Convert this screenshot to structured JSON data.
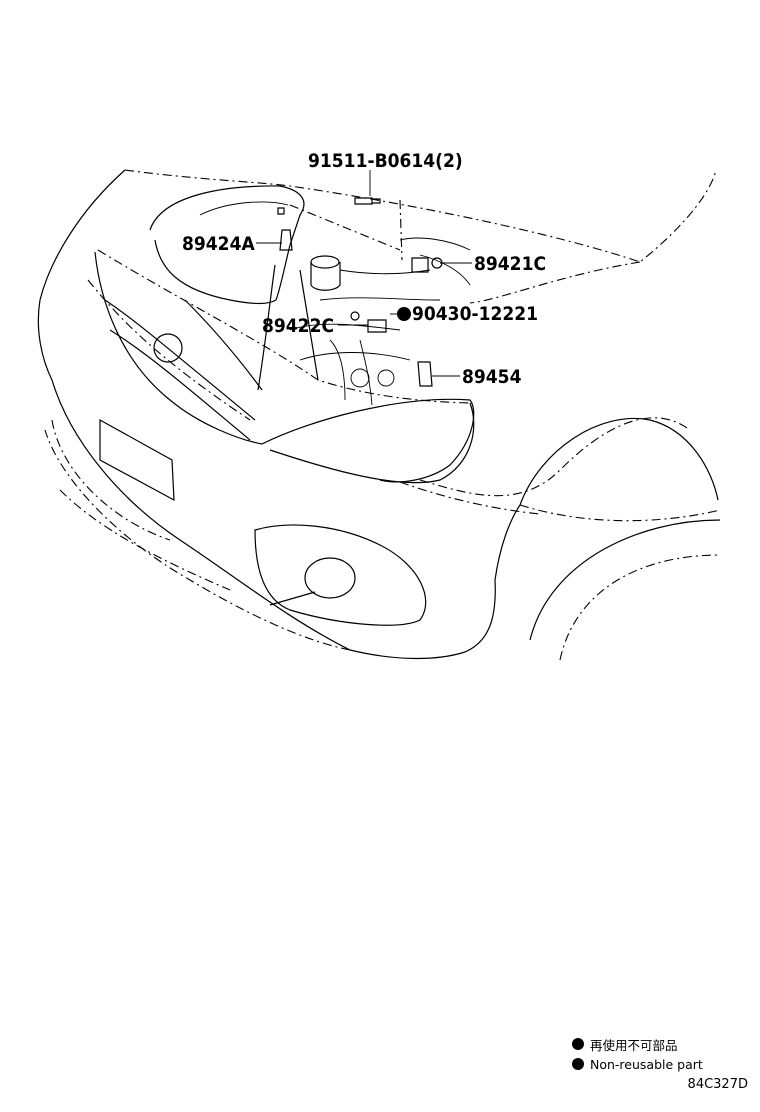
{
  "callouts": {
    "bolt": "91511-B0614(2)",
    "sensor_a": "89424A",
    "sensor_c1": "89421C",
    "sensor_c2": "89422C",
    "gasket": "90430-12221",
    "switch": "89454"
  },
  "legend": {
    "jp": "再使用不可部品",
    "en": "Non-reusable part"
  },
  "diagram_code": "84C327D"
}
